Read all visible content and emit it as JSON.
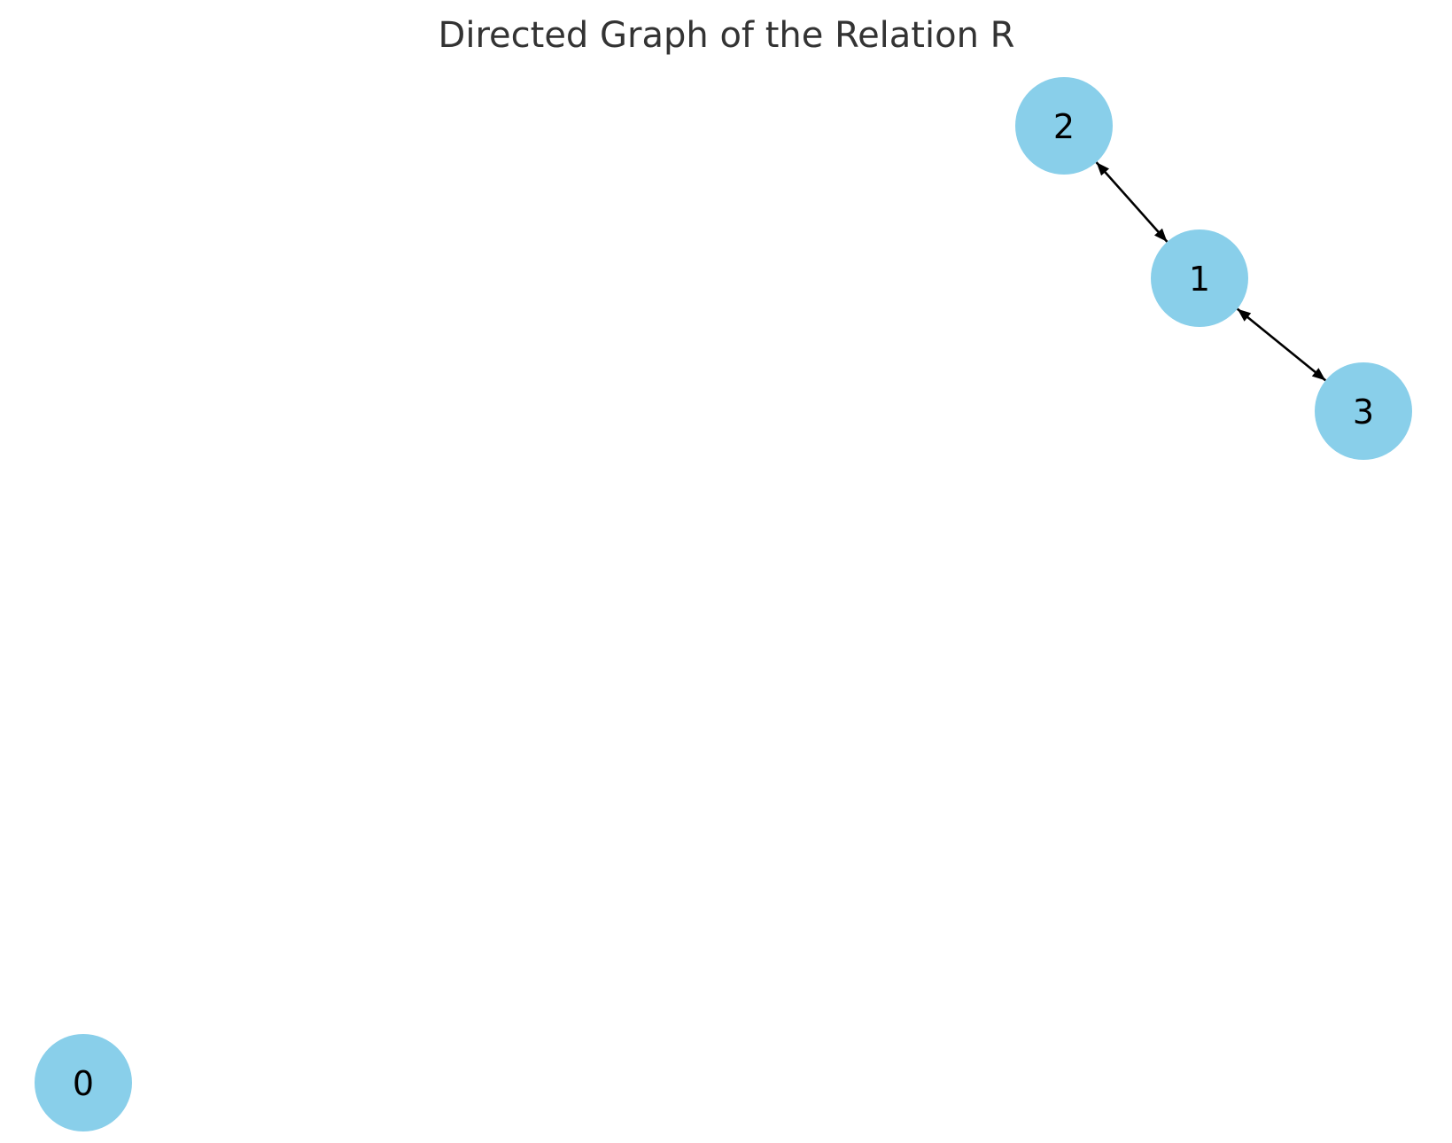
{
  "diagram": {
    "title": "Directed Graph of the Relation R",
    "node_color": "#89CFEA",
    "edge_color": "#000000",
    "nodes": [
      {
        "id": "0",
        "label": "0"
      },
      {
        "id": "1",
        "label": "1"
      },
      {
        "id": "2",
        "label": "2"
      },
      {
        "id": "3",
        "label": "3"
      }
    ],
    "edges": [
      {
        "source": "1",
        "target": "2"
      },
      {
        "source": "2",
        "target": "1"
      },
      {
        "source": "1",
        "target": "3"
      },
      {
        "source": "3",
        "target": "1"
      }
    ]
  }
}
